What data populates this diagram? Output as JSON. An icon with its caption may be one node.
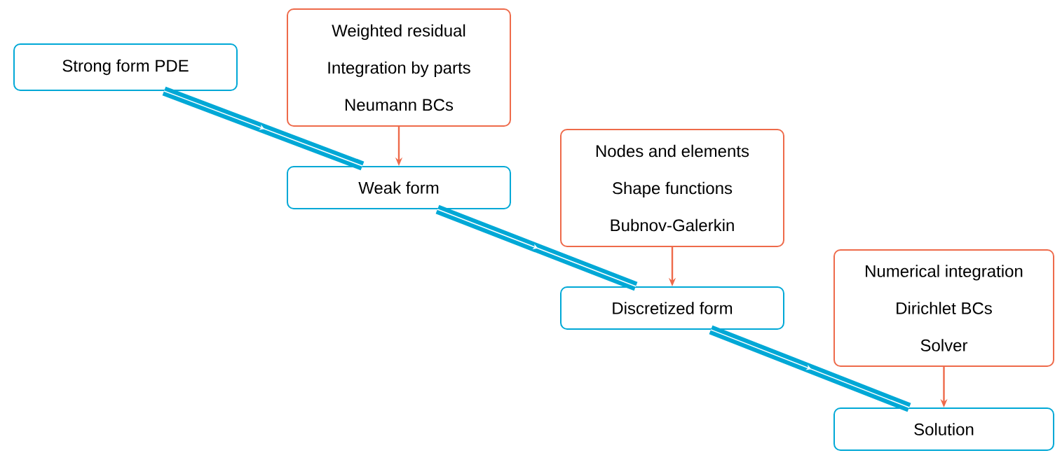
{
  "diagram": {
    "nodes": [
      {
        "text": [
          "Strong form PDE"
        ]
      },
      {
        "text": [
          "Weighted residual",
          "Integration by parts",
          "Neumann BCs"
        ]
      },
      {
        "text": [
          "Weak form"
        ]
      },
      {
        "text": [
          "Nodes and elements",
          "Shape functions",
          "Bubnov-Galerkin"
        ]
      },
      {
        "text": [
          "Discretized form"
        ]
      },
      {
        "text": [
          "Numerical integration",
          "Dirichlet BCs",
          "Solver"
        ]
      },
      {
        "text": [
          "Solution"
        ]
      }
    ],
    "edges": [
      {
        "from": 0,
        "to": 2,
        "arrow": "to",
        "style": "thick",
        "color": "#00a8d6"
      },
      {
        "from": 1,
        "to": 2,
        "arrow": "to",
        "color": "#ee6a4a"
      },
      {
        "from": 2,
        "to": 4,
        "arrow": "to",
        "style": "thick",
        "color": "#00a8d6"
      },
      {
        "from": 3,
        "to": 4,
        "arrow": "to",
        "color": "#ee6a4a"
      },
      {
        "from": 4,
        "to": 6,
        "arrow": "to",
        "style": "thick",
        "color": "#00a8d6"
      },
      {
        "from": 5,
        "to": 6,
        "arrow": "to",
        "color": "#ee6a4a"
      }
    ]
  }
}
